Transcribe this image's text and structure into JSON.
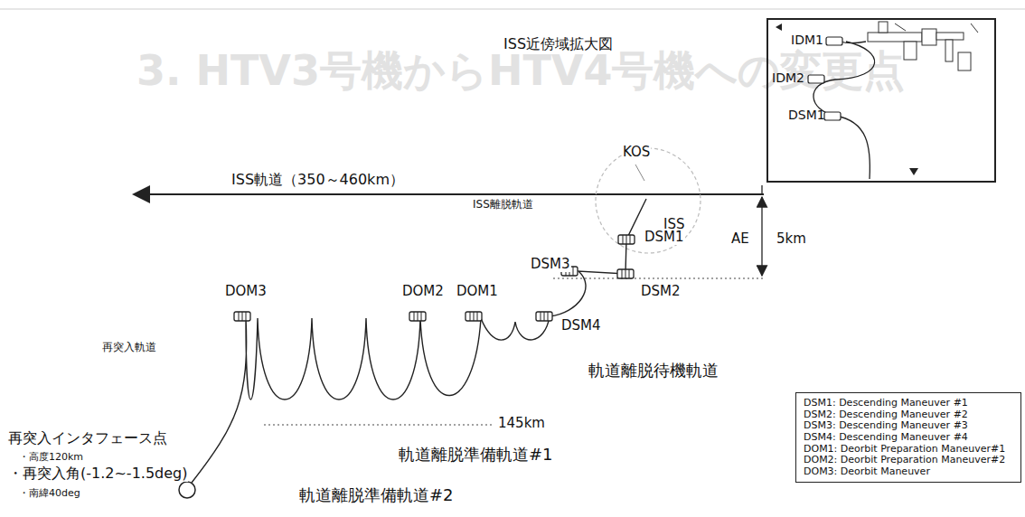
{
  "diagram": {
    "nodes": [
      {
        "text": [
          "IDM1",
          "IDM2",
          "DSM1"
        ]
      },
      {
        "text": [
          "DSM1: Descending Maneuver #1",
          "DSM2: Descending Maneuver #2",
          "DSM3: Descending Maneuver #3",
          "DSM4: Descending Maneuver #4",
          "DOM1: Deorbit Preparation Maneuver#1",
          "DOM2: Deorbit Preparation Maneuver#2",
          "DOM3: Deorbit Maneuver"
        ]
      }
    ],
    "labels": [
      "3. HTV3号機からHTV4号機への変更点",
      "ISS近傍域拡大図",
      "KOS",
      "ISS軌道（350～460km）",
      "ISS",
      "ISS離脱軌道",
      "AE",
      "5km",
      "DSM1",
      "DSM3",
      "DSM2",
      "DOM3",
      "DOM2",
      "DOM1",
      "DSM4",
      "再突入軌道",
      "軌道離脱待機軌道",
      "145km",
      "再突入インタフェース点",
      "・高度120km",
      "・再突入角(-1.2~-1.5deg)",
      "・南緯40deg",
      "軌道離脱準備軌道#1",
      "軌道離脱準備軌道#2"
    ]
  }
}
